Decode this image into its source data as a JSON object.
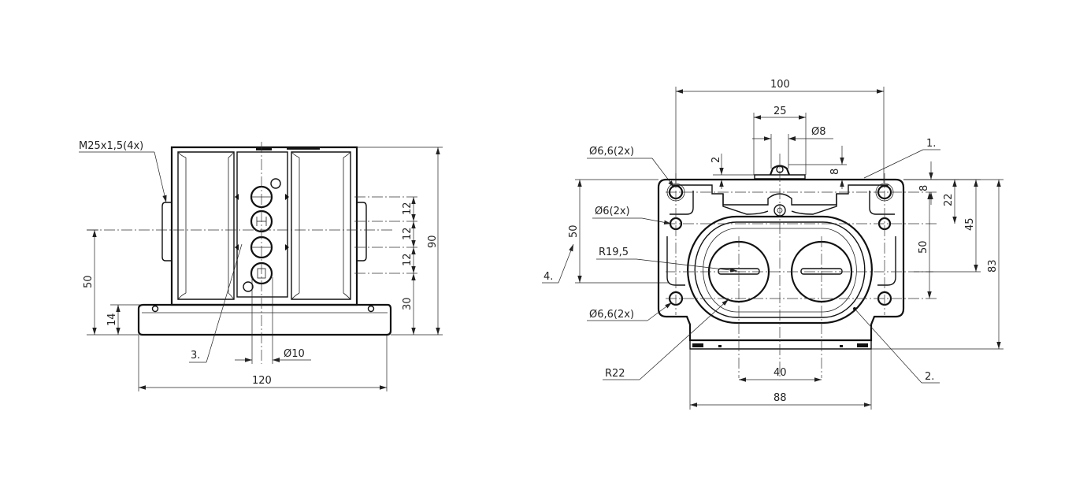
{
  "left_view": {
    "thread_label": "M25x1,5(4x)",
    "dim_width": "120",
    "dim_height": "90",
    "dim_axis_height": "50",
    "dim_base_height": "14",
    "dim_hole_dia": "Ø10",
    "dim_pitch_1": "12",
    "dim_pitch_2": "12",
    "dim_pitch_3": "12",
    "dim_bottom_hole": "30",
    "callout_3": "3."
  },
  "right_view": {
    "dim_total_width": "100",
    "dim_25": "25",
    "dim_dia8": "Ø8",
    "dim_2": "2",
    "dim_8_top": "8",
    "dim_8_right": "8",
    "dim_22": "22",
    "dim_45": "45",
    "dim_50_right": "50",
    "dim_83": "83",
    "dim_50_left": "50",
    "dim_40": "40",
    "dim_88": "88",
    "label_hole_top": "Ø6,6(2x)",
    "label_hole_mid": "Ø6(2x)",
    "label_hole_bottom": "Ø6,6(2x)",
    "label_r195": "R19,5",
    "label_r22": "R22",
    "callout_1": "1.",
    "callout_2": "2.",
    "callout_4": "4."
  }
}
